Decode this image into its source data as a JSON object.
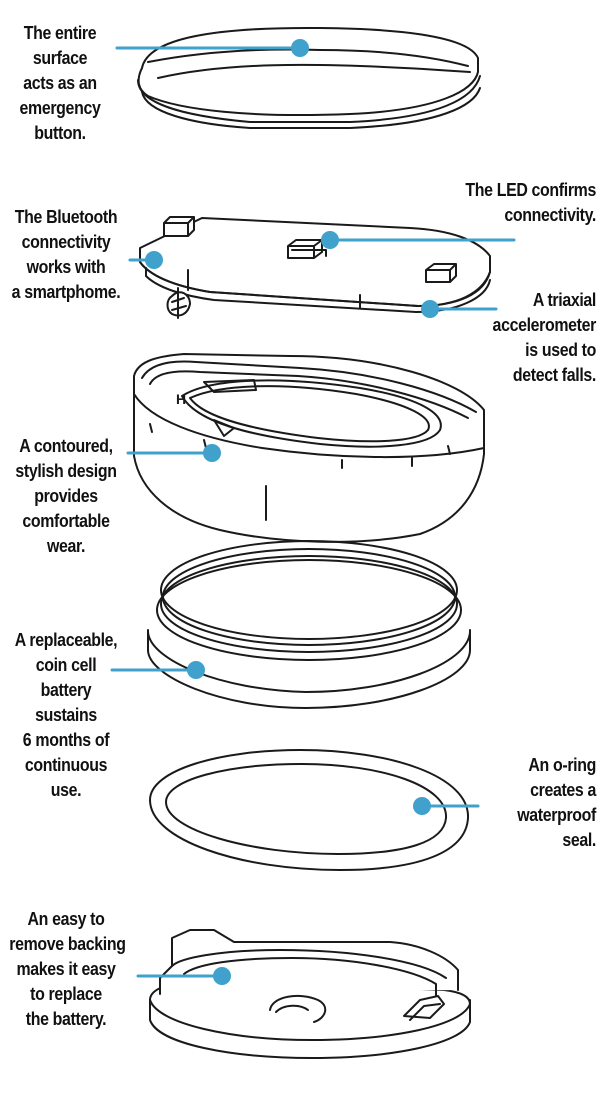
{
  "colors": {
    "accent": "#3fa1cc",
    "ink": "#111111",
    "background": "#ffffff"
  },
  "callouts": [
    {
      "id": "surface",
      "lines": [
        "The entire",
        "surface",
        "acts as an",
        "emergency",
        "button."
      ]
    },
    {
      "id": "bluetooth",
      "lines": [
        "The Bluetooth",
        "connectivity",
        "works with",
        "a smartphome."
      ]
    },
    {
      "id": "led",
      "lines": [
        "The LED confirms",
        "connectivity."
      ]
    },
    {
      "id": "accel",
      "lines": [
        "A triaxial",
        "accelerometer",
        "is used to",
        "detect falls."
      ]
    },
    {
      "id": "design",
      "lines": [
        "A contoured,",
        "stylish design",
        "provides",
        "comfortable",
        "wear."
      ]
    },
    {
      "id": "battery",
      "lines": [
        "A replaceable,",
        "coin cell",
        "battery",
        "sustains",
        "6 months of",
        "continuous",
        "use."
      ]
    },
    {
      "id": "oring",
      "lines": [
        "An o-ring",
        "creates a",
        "waterproof",
        "seal."
      ]
    },
    {
      "id": "backing",
      "lines": [
        "An easy to",
        "remove backing",
        "makes it easy",
        "to replace",
        "the battery."
      ]
    }
  ],
  "components": [
    {
      "id": "top-button-cap"
    },
    {
      "id": "circuit-board"
    },
    {
      "id": "housing-shell",
      "marking": "H"
    },
    {
      "id": "coin-cell-battery"
    },
    {
      "id": "o-ring"
    },
    {
      "id": "back-cover"
    }
  ]
}
